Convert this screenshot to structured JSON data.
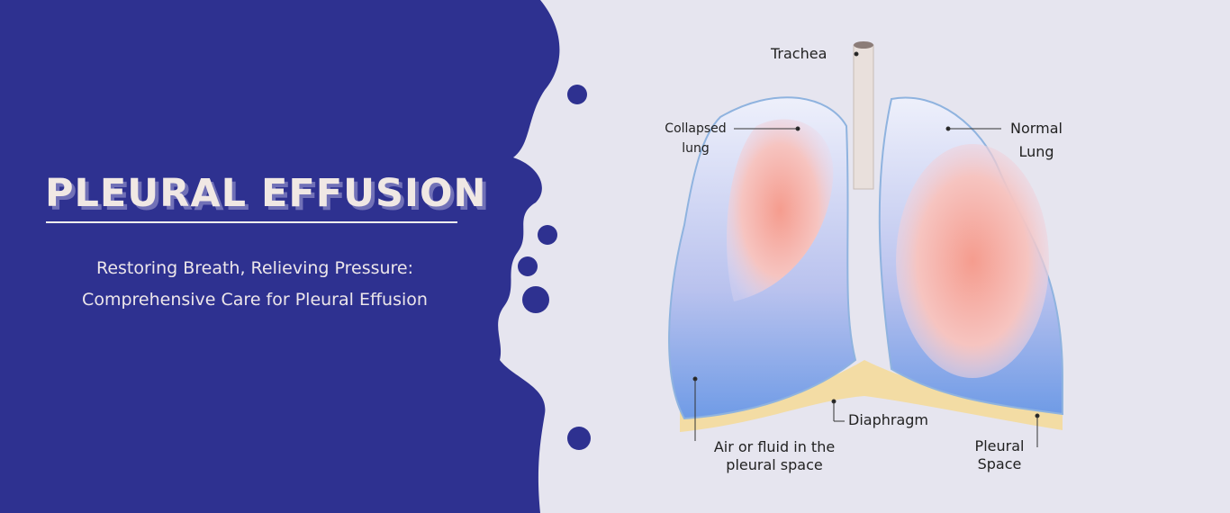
{
  "banner": {
    "title": "PLEURAL EFFUSION",
    "subtitle_line1": "Restoring Breath, Relieving Pressure:",
    "subtitle_line2": "Comprehensive Care for Pleural Effusion"
  },
  "diagram": {
    "labels": {
      "trachea": "Trachea",
      "collapsed_line1": "Collapsed",
      "collapsed_line2": "lung",
      "normal_line1": "Normal",
      "normal_line2": "Lung",
      "diaphragm": "Diaphragm",
      "air_line1": "Air or fluid in the",
      "air_line2": "pleural space",
      "pleural_line1": "Pleural",
      "pleural_line2": "Space"
    }
  },
  "colors": {
    "brand_blue": "#2e3190",
    "title": "#f0e8e4",
    "background": "#e6e5ef"
  }
}
